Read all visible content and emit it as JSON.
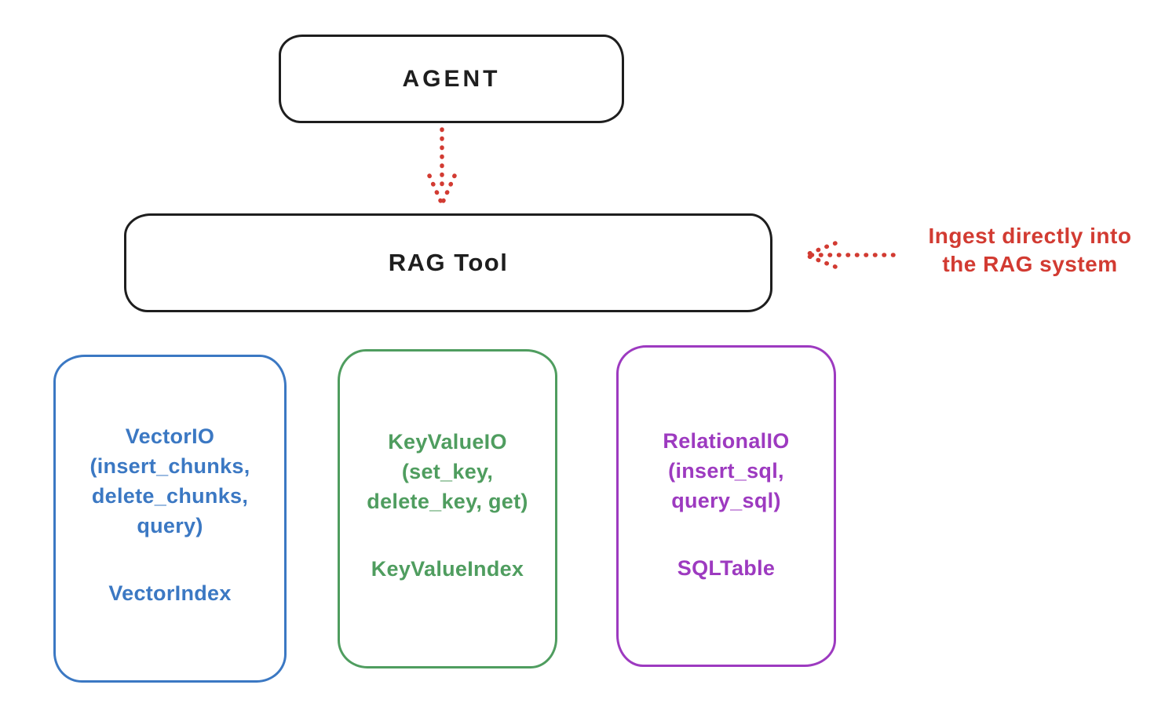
{
  "diagram": {
    "agent": {
      "label": "AGENT"
    },
    "rag_tool": {
      "label": "RAG Tool"
    },
    "annotation": {
      "line1": "Ingest directly into",
      "line2": "the RAG system",
      "color": "#d23b32"
    },
    "arrows": [
      {
        "name": "agent-to-ragtool",
        "direction": "down",
        "style": "dotted",
        "color": "#d23b32"
      },
      {
        "name": "annotation-to-ragtool",
        "direction": "left",
        "style": "dotted",
        "color": "#d23b32"
      }
    ],
    "storage_boxes": [
      {
        "title": "VectorIO",
        "methods": "(insert_chunks,\ndelete_chunks,\nquery)",
        "index": "VectorIndex",
        "color": "#3b78c3"
      },
      {
        "title": "KeyValueIO",
        "methods": "(set_key,\ndelete_key, get)",
        "index": "KeyValueIndex",
        "color": "#4f9d5f"
      },
      {
        "title": "RelationalIO",
        "methods": "(insert_sql,\nquery_sql)",
        "index": "SQLTable",
        "color": "#9d3ac0"
      }
    ],
    "colors": {
      "outline_black": "#1e1e1e",
      "accent_red": "#d23b32",
      "vector_blue": "#3b78c3",
      "keyvalue_green": "#4f9d5f",
      "relational_purple": "#9d3ac0",
      "background": "#ffffff"
    }
  }
}
